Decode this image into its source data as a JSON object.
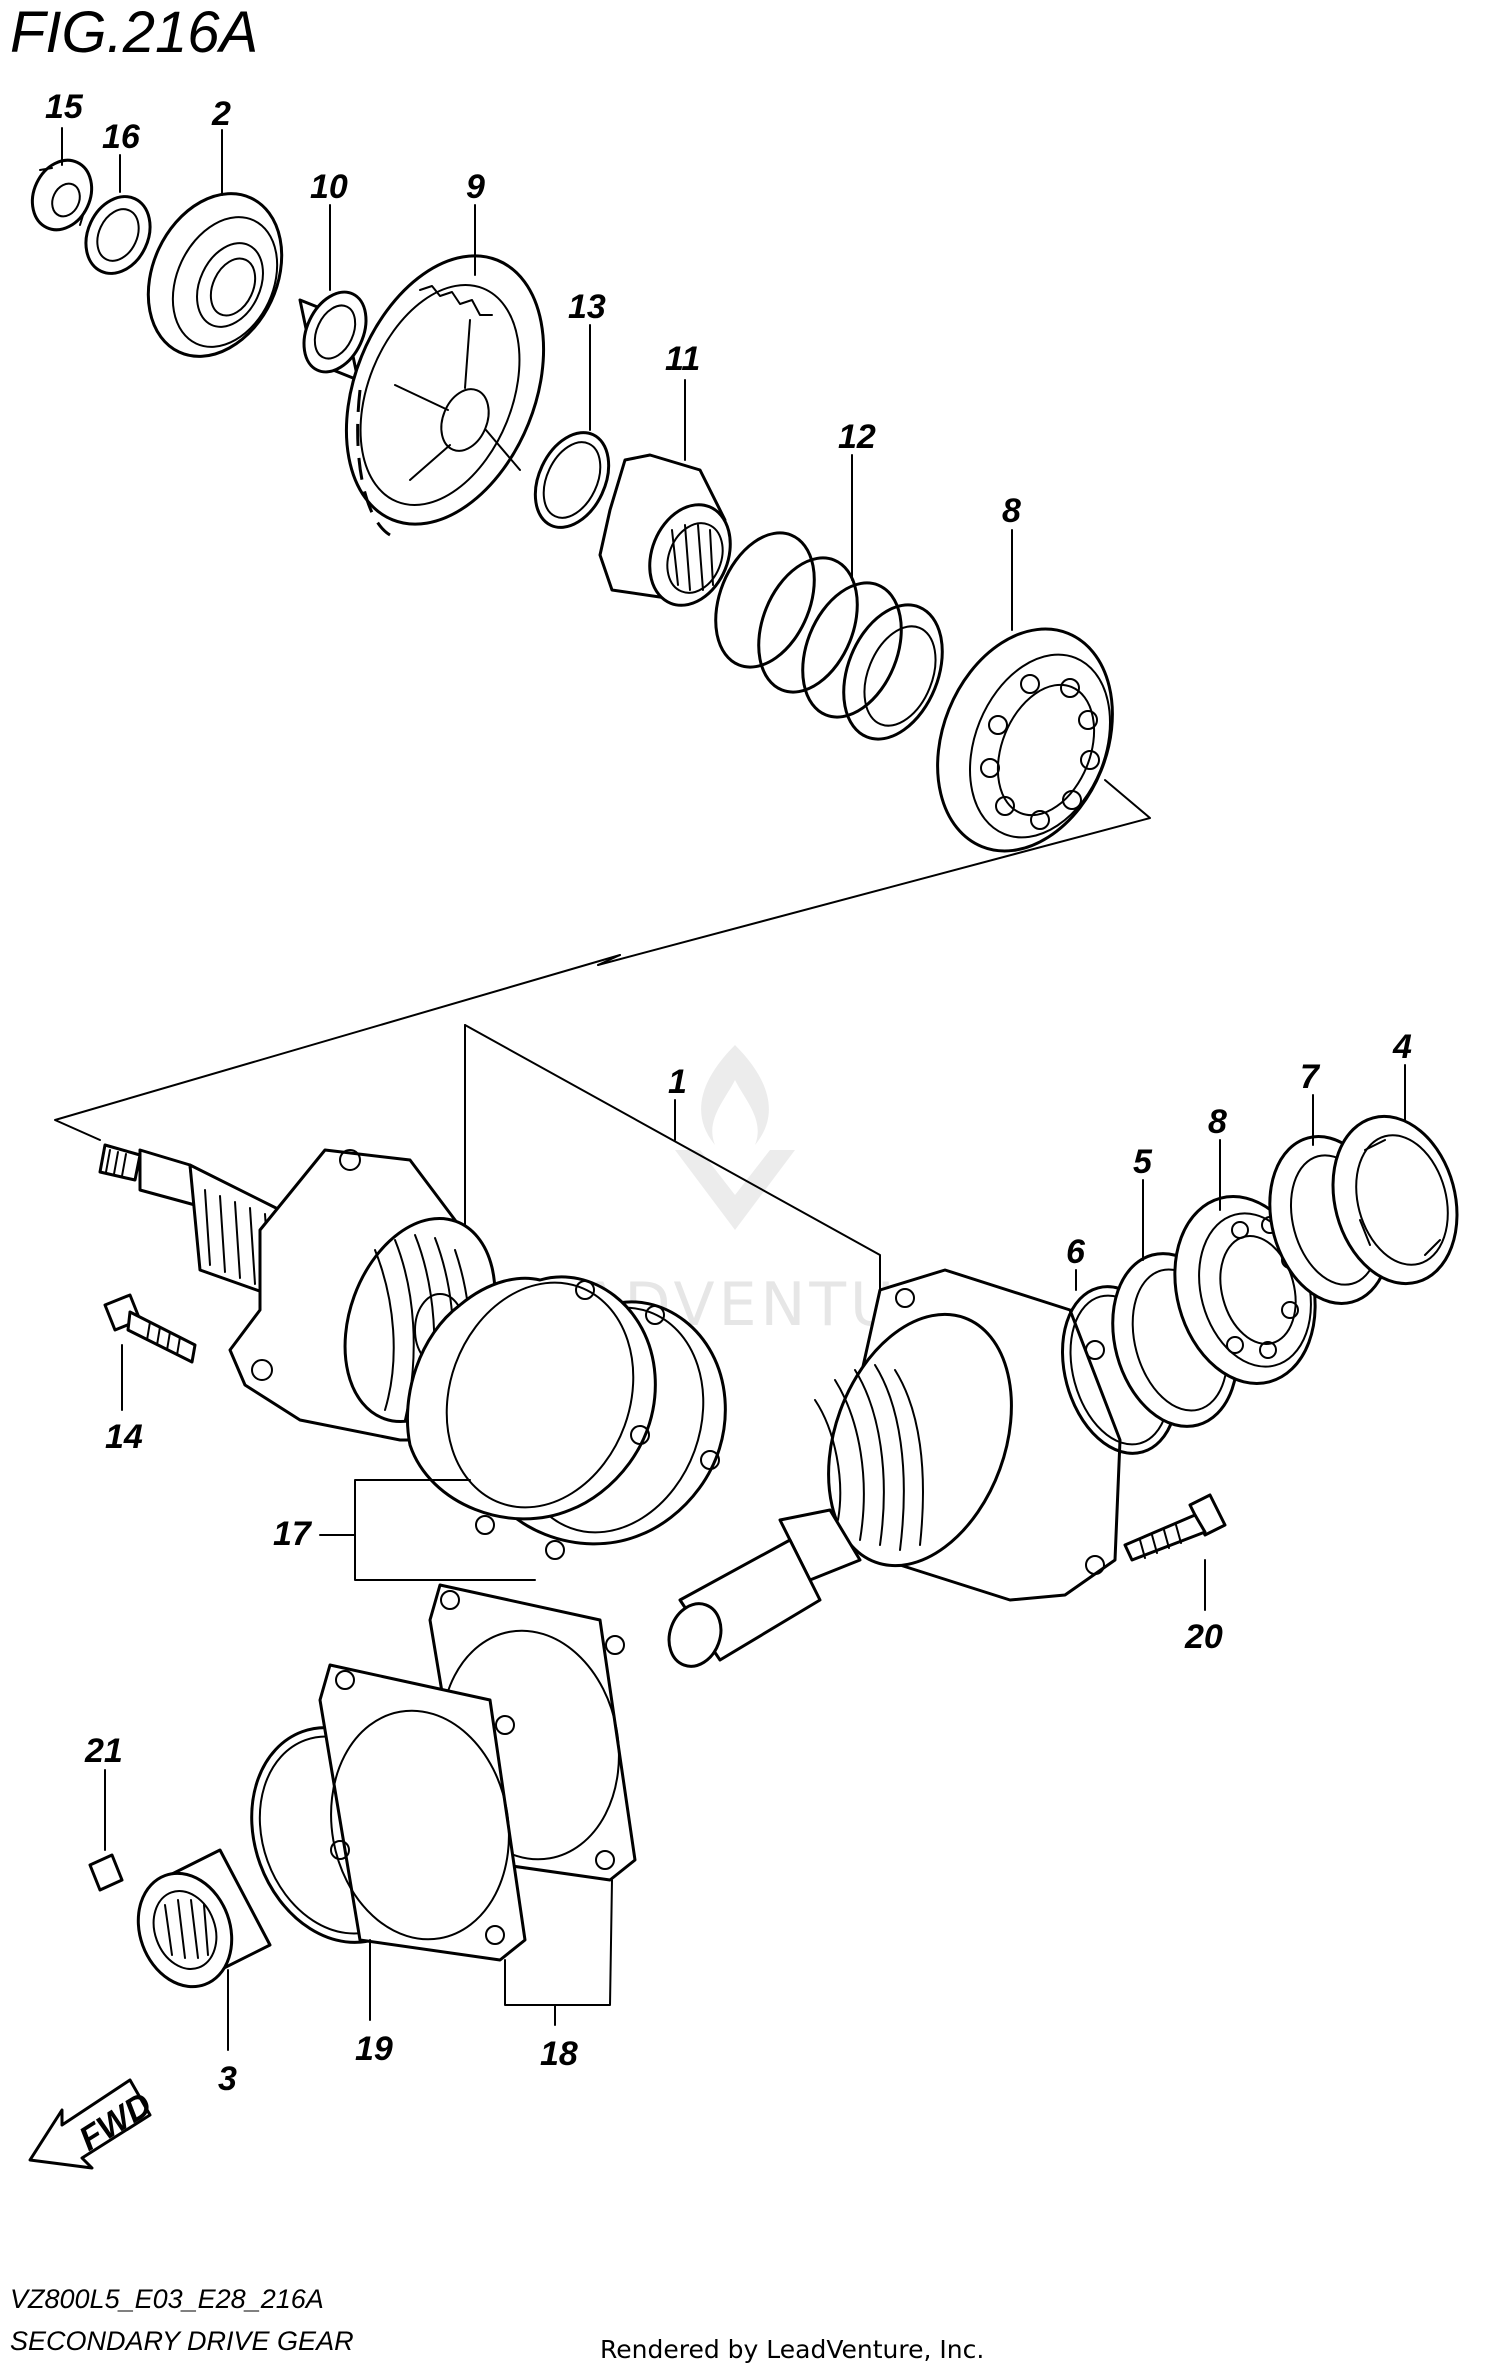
{
  "figure": {
    "title": "FIG.216A",
    "code": "VZ800L5_E03_E28_216A",
    "name": "SECONDARY DRIVE GEAR",
    "credit": "Rendered by LeadVenture, Inc.",
    "watermark": "LEADVENTURE",
    "direction_label": "FWD"
  },
  "callouts": [
    "15",
    "16",
    "2",
    "10",
    "9",
    "13",
    "11",
    "12",
    "8",
    "1",
    "4",
    "7",
    "8",
    "5",
    "6",
    "14",
    "17",
    "20",
    "21",
    "3",
    "19",
    "18"
  ],
  "icons": [
    "fwd-arrow-icon",
    "leadventure-flame-icon"
  ]
}
